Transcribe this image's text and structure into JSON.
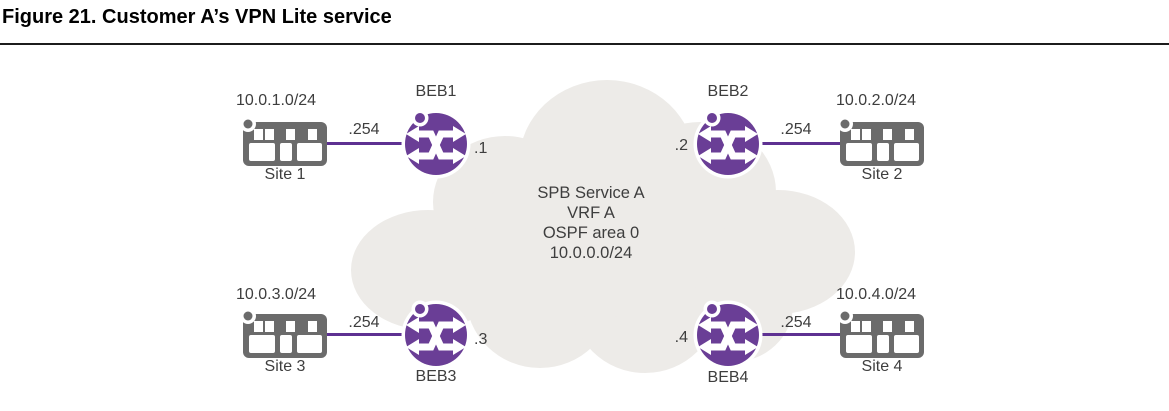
{
  "figure": {
    "title": "Figure 21. Customer A’s VPN Lite service"
  },
  "cloud": {
    "line1": "SPB Service A",
    "line2": "VRF A",
    "line3": "OSPF area 0",
    "line4": "10.0.0.0/24"
  },
  "colors": {
    "router_purple": "#6a3e96",
    "link_purple": "#5e3192",
    "switch_gray": "#6b6b6b",
    "cloud_gray": "#edebe8",
    "label_text": "#3e3e3e"
  },
  "icons": {
    "router": "beb-router-icon",
    "site": "site-switch-icon",
    "cloud": "spb-cloud-shape"
  },
  "groups": [
    {
      "site_network": "10.0.1.0/24",
      "site_name": "Site 1",
      "site_interface": ".254",
      "router_name": "BEB1",
      "router_interface": ".1"
    },
    {
      "site_network": "10.0.2.0/24",
      "site_name": "Site 2",
      "site_interface": ".254",
      "router_name": "BEB2",
      "router_interface": ".2"
    },
    {
      "site_network": "10.0.3.0/24",
      "site_name": "Site 3",
      "site_interface": ".254",
      "router_name": "BEB3",
      "router_interface": ".3"
    },
    {
      "site_network": "10.0.4.0/24",
      "site_name": "Site 4",
      "site_interface": ".254",
      "router_name": "BEB4",
      "router_interface": ".4"
    }
  ]
}
